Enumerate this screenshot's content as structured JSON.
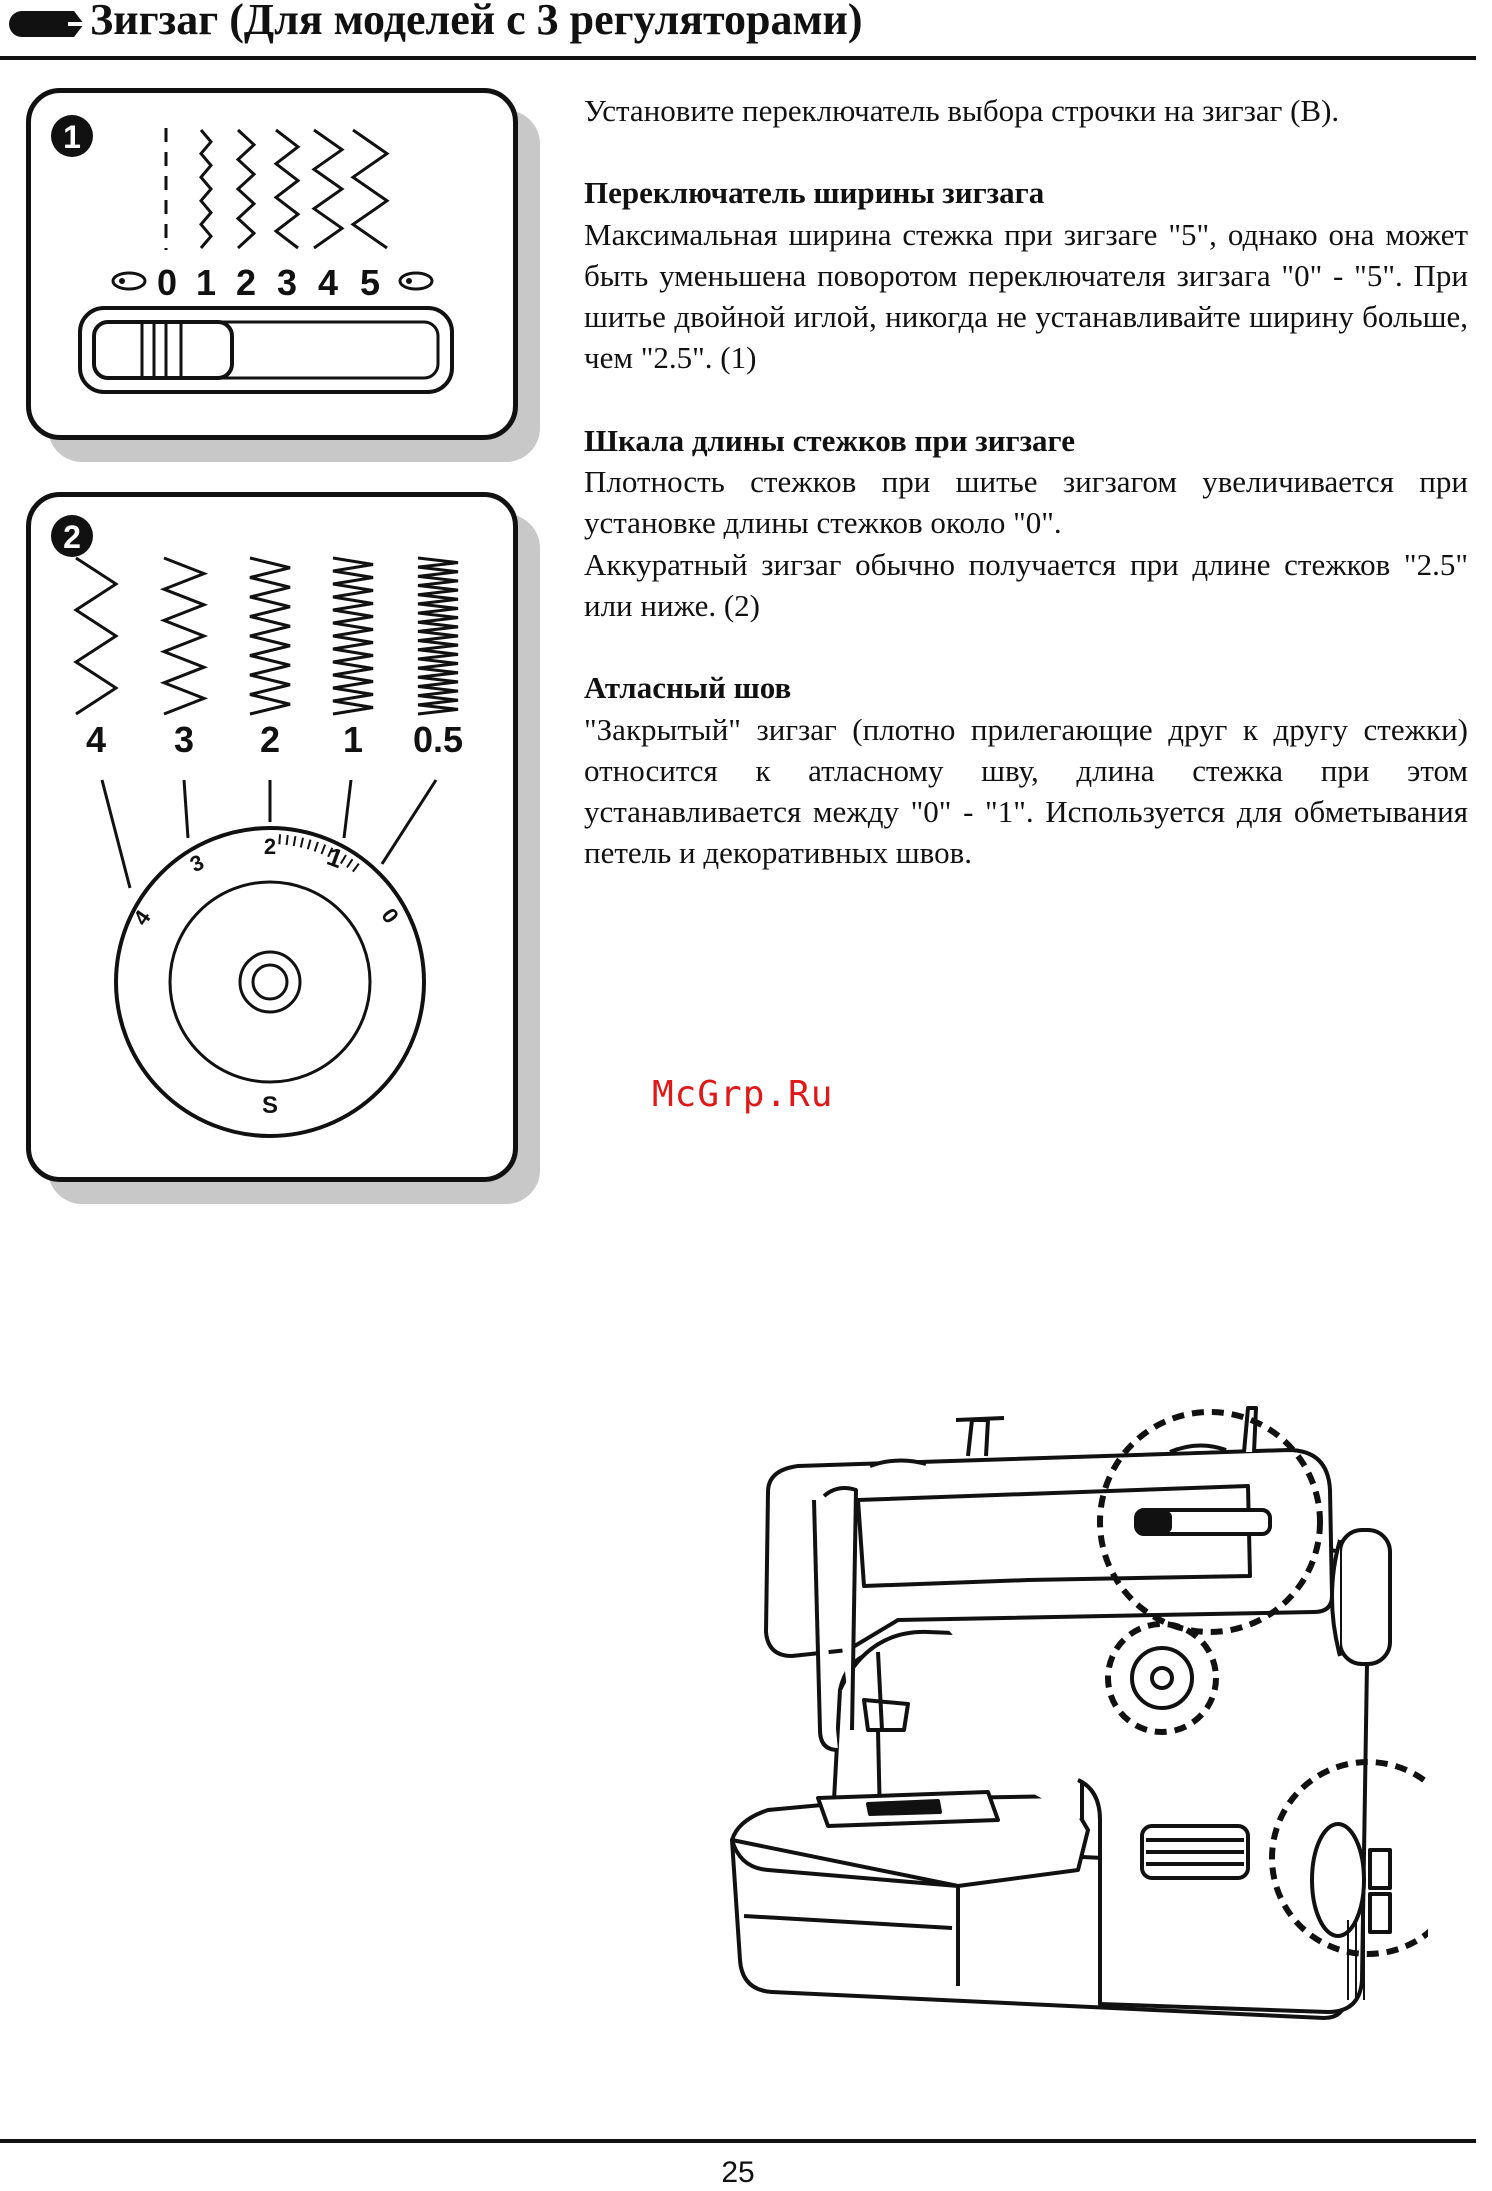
{
  "header": {
    "title": "Зигзаг (Для моделей с 3 регуляторами)"
  },
  "figure1": {
    "number": "1",
    "scale_labels": [
      "0",
      "1",
      "2",
      "3",
      "4",
      "5"
    ]
  },
  "figure2": {
    "number": "2",
    "stitch_labels": [
      "4",
      "3",
      "2",
      "1",
      "0.5"
    ],
    "dial_labels": [
      "4",
      "3",
      "2",
      "1",
      "0"
    ],
    "dial_bottom_label": "S"
  },
  "content": {
    "intro": "Установите переключатель выбора строчки на зигзаг (B).",
    "sections": [
      {
        "heading": "Переключатель ширины зигзага",
        "paragraphs": [
          "Максимальная ширина стежка при зигзаге \"5\", однако она может быть уменьшена поворотом переключателя зигзага \"0\" - \"5\". При шитье двойной иглой, никогда не устанавливайте ширину больше, чем \"2.5\". (1)"
        ]
      },
      {
        "heading": "Шкала длины стежков при зигзаге",
        "paragraphs": [
          "Плотность стежков при шитье зигзагом увеличивается при установке длины стежков около \"0\".",
          "Аккуратный зигзаг обычно получается при длине стежков \"2.5\" или ниже. (2)"
        ]
      },
      {
        "heading": "Атласный шов",
        "paragraphs": [
          "\"Закрытый\" зигзаг (плотно прилегающие друг к другу стежки) относится к атласному шву, длина стежка при этом устанавливается между \"0\" - \"1\". Используется для обметывания петель и декоративных швов."
        ]
      }
    ]
  },
  "watermark": "McGrp.Ru",
  "footer": {
    "page_number": "25"
  }
}
